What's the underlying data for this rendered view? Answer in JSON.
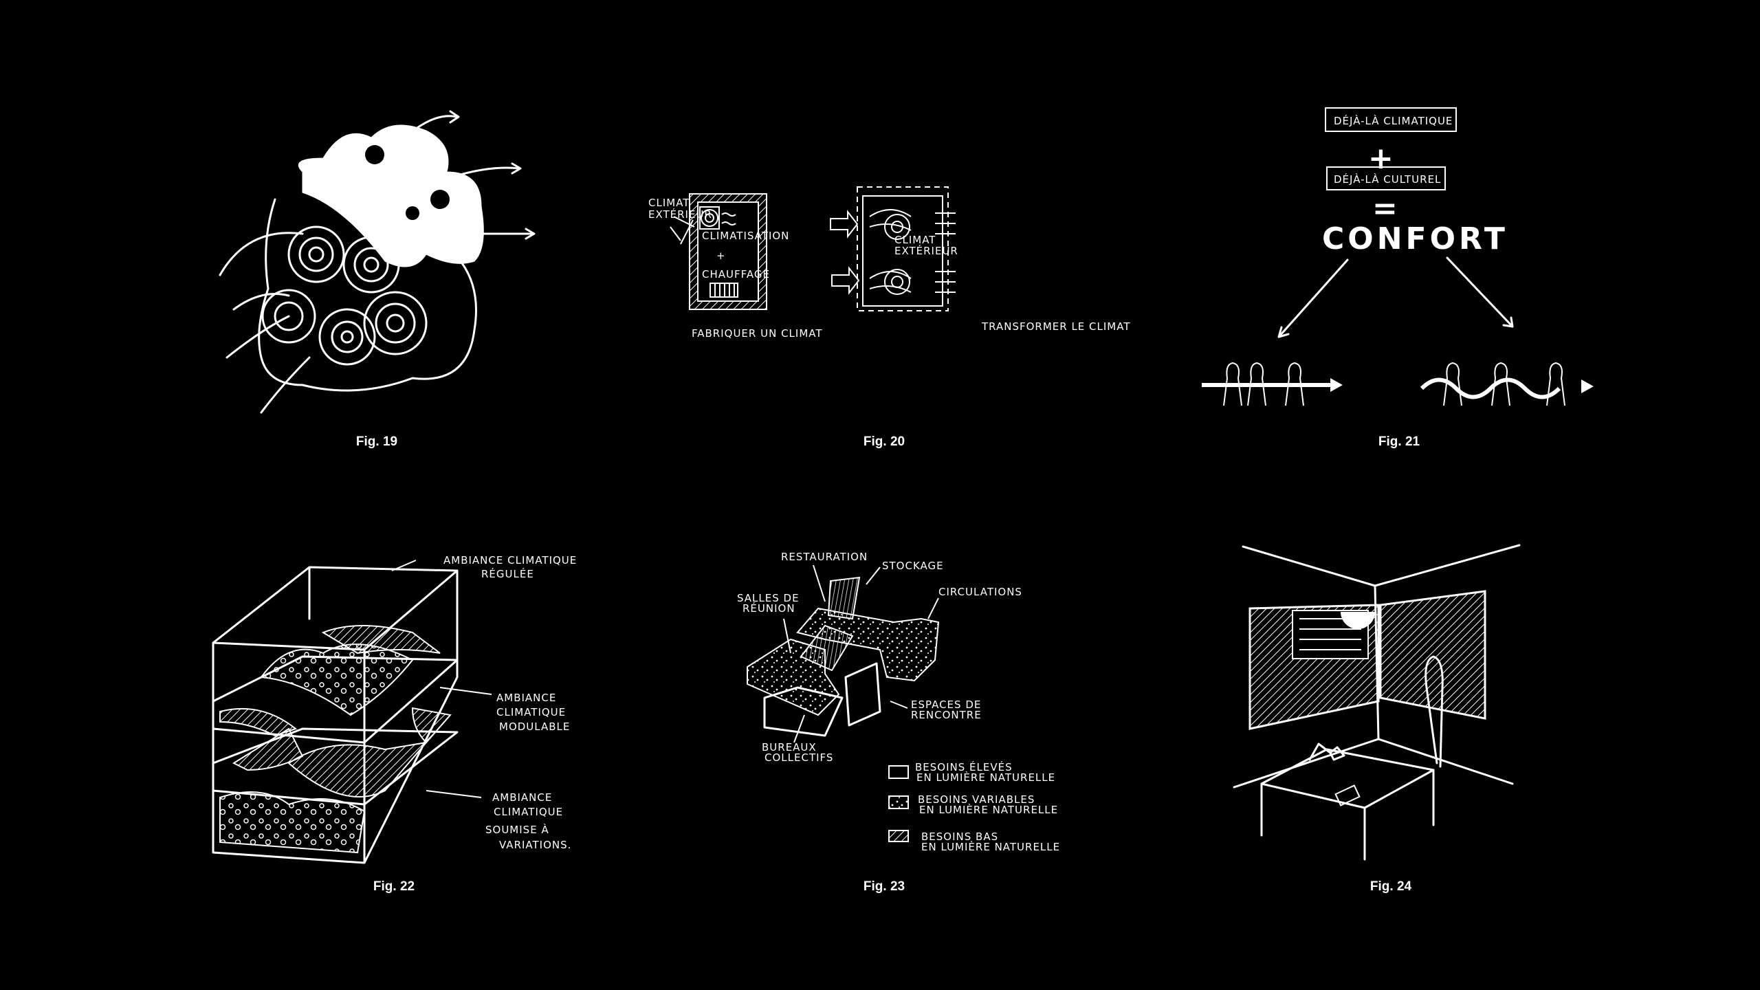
{
  "figures": [
    {
      "caption": "Fig. 19"
    },
    {
      "caption": "Fig. 20",
      "labels": {
        "climat_exterieur_1": [
          "CLIMAT",
          "EXTÉRIEUR"
        ],
        "climatisation": "CLIMATISATION",
        "plus": "+",
        "chauffage": "CHAUFFAGE",
        "fabriquer": "FABRIQUER UN CLIMAT",
        "climat_exterieur_2": [
          "CLIMAT",
          "EXTÉRIEUR"
        ],
        "transformer": "TRANSFORMER LE CLIMAT"
      }
    },
    {
      "caption": "Fig. 21",
      "labels": {
        "deja_climatique": "DÉJÀ-LÀ CLIMATIQUE",
        "plus": "+",
        "deja_culturel": "DÉJÀ-LÀ CULTUREL",
        "equals": "=",
        "confort": "CONFORT"
      }
    },
    {
      "caption": "Fig. 22",
      "labels": {
        "regulee": [
          "AMBIANCE CLIMATIQUE",
          "RÉGULÉE"
        ],
        "modulable": [
          "AMBIANCE",
          "CLIMATIQUE",
          "MODULABLE"
        ],
        "variations": [
          "AMBIANCE",
          "CLIMATIQUE",
          "SOUMISE À",
          "VARIATIONS."
        ]
      }
    },
    {
      "caption": "Fig. 23",
      "labels": {
        "restauration": "RESTAURATION",
        "stockage": "STOCKAGE",
        "salles": [
          "SALLES DE",
          "RÉUNION"
        ],
        "circulations": "CIRCULATIONS",
        "espaces": [
          "ESPACES DE",
          "RENCONTRE"
        ],
        "bureaux": [
          "BUREAUX",
          "COLLECTIFS"
        ],
        "legend": [
          [
            "BESOINS ÉLEVÉS",
            "EN LUMIÈRE NATURELLE"
          ],
          [
            "BESOINS VARIABLES",
            "EN LUMIÈRE NATURELLE"
          ],
          [
            "BESOINS BAS",
            "EN LUMIÈRE NATURELLE"
          ]
        ]
      }
    },
    {
      "caption": "Fig. 24"
    }
  ]
}
